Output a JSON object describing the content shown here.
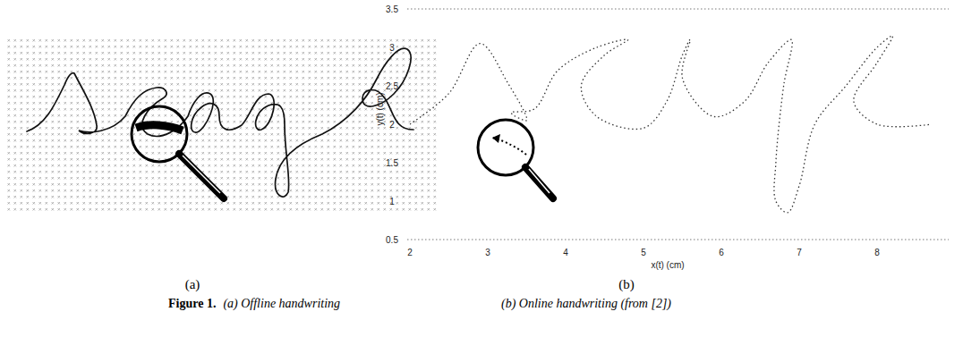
{
  "diagram": {
    "labels": [
      "(a)",
      "(b)",
      "Figure 1.",
      "(a) Offline handwriting",
      "(b) Online handwriting (from [2])",
      "3.5",
      "3",
      "2.5",
      "2",
      "1.5",
      "1",
      "0.5",
      "2",
      "3",
      "4",
      "5",
      "6",
      "7",
      "8",
      "y(t) (cm)",
      "x(t) (cm)"
    ]
  }
}
